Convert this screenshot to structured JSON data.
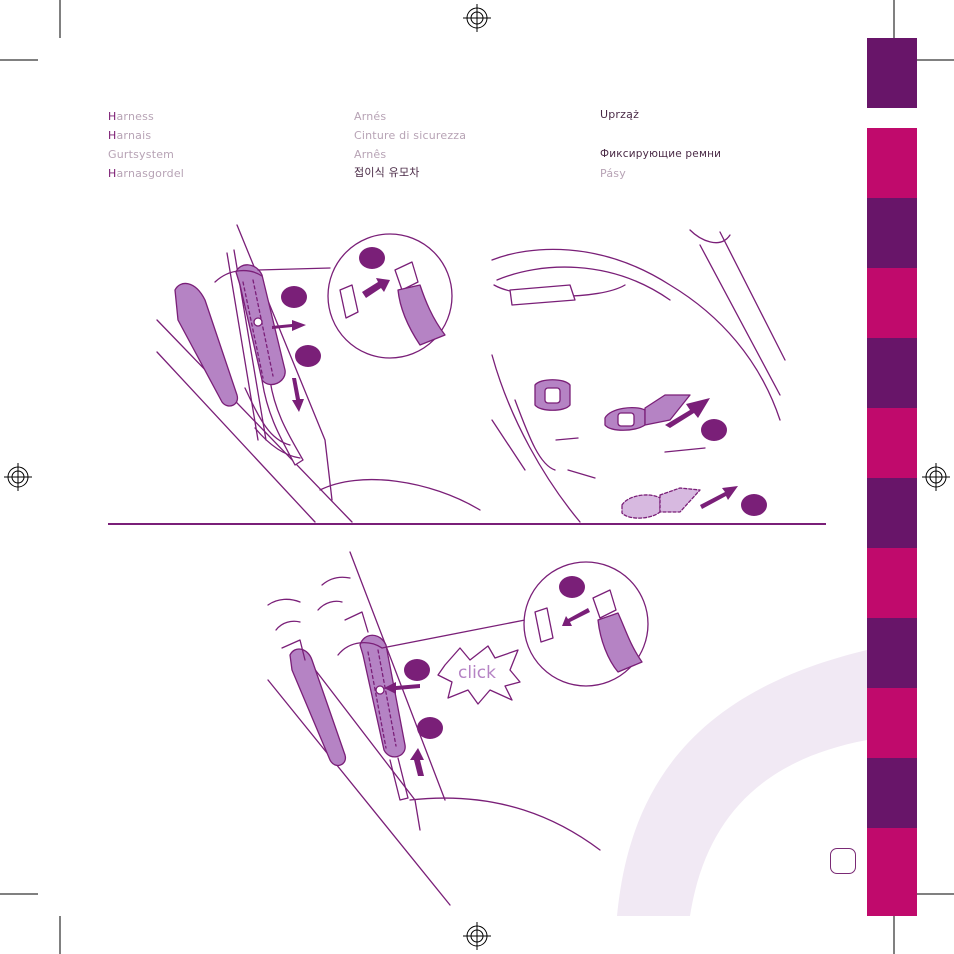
{
  "labels": {
    "col1": [
      {
        "first": "H",
        "rest": "arness"
      },
      {
        "first": "H",
        "rest": "arnais"
      },
      {
        "first": "",
        "rest": "Gurtsystem"
      },
      {
        "first": "H",
        "rest": "arnasgordel"
      }
    ],
    "col2": [
      "Arnés",
      "Cinture di sicurezza",
      "Arnês",
      "접이식 유모차"
    ],
    "col3": [
      "Uprząż",
      "Фиксирующие ремни",
      "Pásy"
    ]
  },
  "illustration": {
    "click_text": "click"
  },
  "colors": {
    "tab_dark": "#681569",
    "tab_magenta": "#c00a6c",
    "accent": "#7a1f78",
    "fill_light": "#b583c4"
  }
}
